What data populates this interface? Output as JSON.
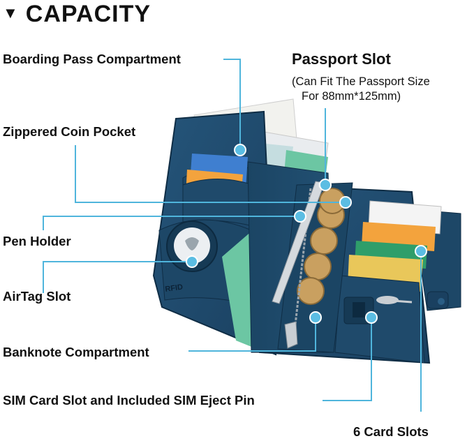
{
  "title": "CAPACITY",
  "title_marker": "▼",
  "labels": {
    "boarding_pass": "Boarding Pass Compartment",
    "passport_slot": "Passport Slot",
    "passport_note_1": "(Can Fit The Passport Size",
    "passport_note_2": "For 88mm*125mm)",
    "coin_pocket": "Zippered Coin Pocket",
    "pen_holder": "Pen Holder",
    "airtag_slot": "AirTag Slot",
    "banknote": "Banknote Compartment",
    "sim_slot": "SIM Card Slot and Included SIM Eject Pin",
    "card_slots": "6 Card Slots"
  },
  "emblem_text": "RFID",
  "colors": {
    "leather": "#1f4a6b",
    "leather_dark": "#163a55",
    "callout_line": "#4fb5dc",
    "dot": "#5bbde3",
    "orange_card": "#f3a33d",
    "green_card": "#2f9e6a",
    "gold_card": "#e9c75a",
    "blue_card": "#3f7fd0",
    "coin": "#c9a060"
  },
  "icons": [
    "triangle-down-icon",
    "callout-dot-icon",
    "airtag-icon",
    "coin-icon",
    "pen-icon",
    "zipper-icon",
    "sim-pin-icon"
  ]
}
